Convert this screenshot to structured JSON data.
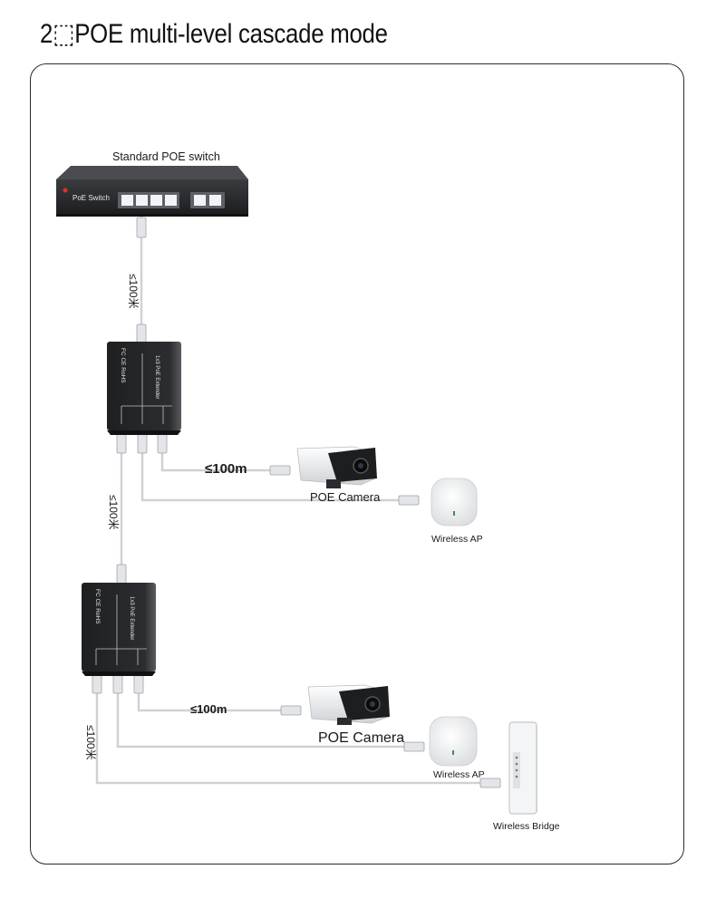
{
  "heading": "2⬚POE multi-level cascade mode",
  "labels": {
    "switch": "Standard POE switch",
    "switch_brand": "PoE Switch",
    "extender_text": "1x3 PoE Extender",
    "extender_cert": "FC CE RoHS",
    "dist_uplink_1": "≤100米",
    "dist_cascade": "≤100米",
    "dist_camera_1": "≤100m",
    "camera_1": "POE Camera",
    "ap_1": "Wireless AP",
    "dist_camera_2": "≤100m",
    "camera_2": "POE Camera",
    "ap_2": "Wireless AP",
    "dist_bridge": "≤100米",
    "bridge": "Wireless Bridge"
  },
  "colors": {
    "cable": "#cfd2d6",
    "device_dark": "#2a2b2e",
    "frame": "#2b2b2b"
  }
}
